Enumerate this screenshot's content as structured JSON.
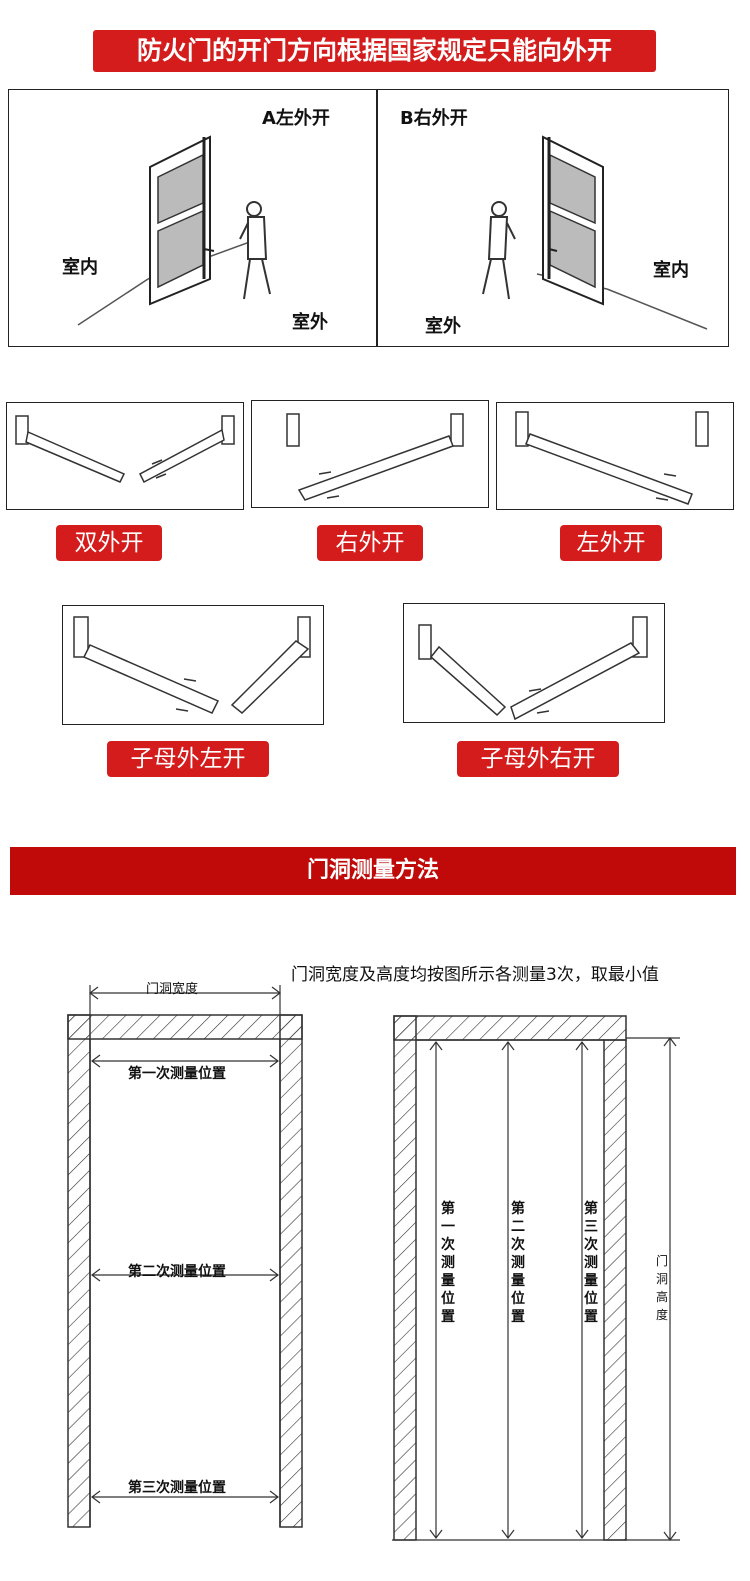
{
  "header": {
    "title": "防火门的开门方向根据国家规定只能向外开"
  },
  "panel_a": {
    "title": "A左外开",
    "inside": "室内",
    "outside": "室外"
  },
  "panel_b": {
    "title": "B右外开",
    "inside": "室内",
    "outside": "室外"
  },
  "door_types": [
    {
      "label": "双外开"
    },
    {
      "label": "右外开"
    },
    {
      "label": "左外开"
    },
    {
      "label": "子母外左开"
    },
    {
      "label": "子母外右开"
    }
  ],
  "section": {
    "title": "门洞测量方法"
  },
  "measure": {
    "note": "门洞宽度及高度均按图所示各测量3次，取最小值",
    "width_label": "门洞宽度",
    "height_label": "门洞高度",
    "width_positions": [
      "第一次测量位置",
      "第二次测量位置",
      "第三次测量位置"
    ],
    "height_positions": [
      "第一次测量位置",
      "第二次测量位置",
      "第三次测量位置"
    ]
  },
  "colors": {
    "accent": "#d51c1c",
    "section_bar": "#c00a0a"
  }
}
